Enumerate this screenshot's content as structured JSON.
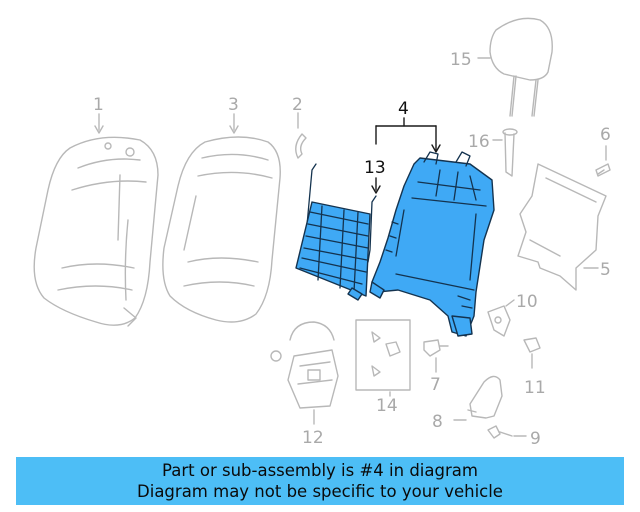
{
  "callouts": {
    "c1": "1",
    "c2": "2",
    "c3": "3",
    "c4": "4",
    "c5": "5",
    "c6": "6",
    "c7": "7",
    "c8": "8",
    "c9": "9",
    "c10": "10",
    "c11": "11",
    "c12": "12",
    "c13": "13",
    "c14": "14",
    "c15": "15",
    "c16": "16"
  },
  "highlighted_part": "4",
  "banner": {
    "line1": "Part or sub-assembly is #4 in diagram",
    "line2": "Diagram may not be specific to your vehicle"
  },
  "colors": {
    "highlight": "#3fa9f5",
    "banner": "#4dbef6",
    "ghost_parts": "#b8b8b8"
  }
}
